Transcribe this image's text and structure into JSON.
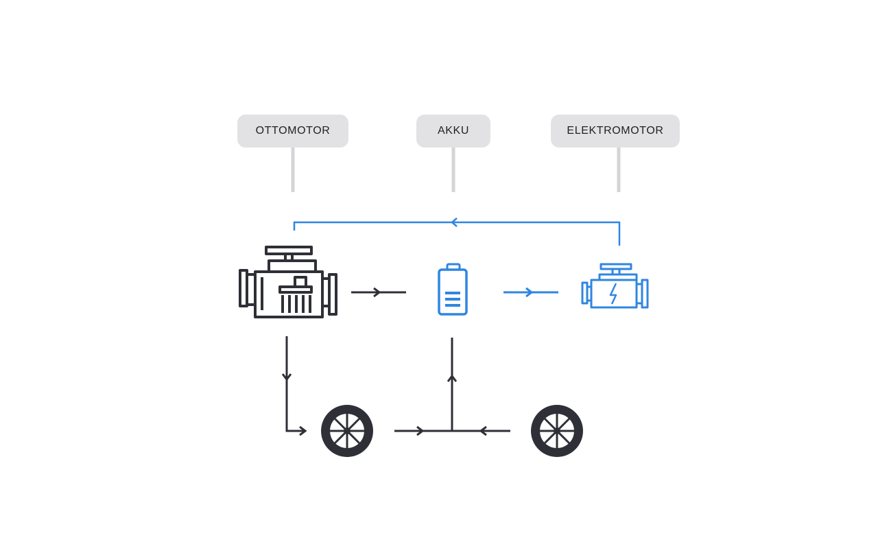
{
  "labels": {
    "ottomotor": "OTTOMOTOR",
    "akku": "AKKU",
    "elektromotor": "ELEKTROMOTOR"
  },
  "colors": {
    "dark": "#2f3037",
    "blue": "#2f86e0",
    "label_bg": "#e2e2e4",
    "connector": "#d5d5d7"
  },
  "icons": {
    "ottomotor": "combustion-engine-icon",
    "akku": "battery-icon",
    "elektromotor": "electric-motor-icon",
    "wheel_left": "wheel-icon",
    "wheel_right": "wheel-icon"
  }
}
